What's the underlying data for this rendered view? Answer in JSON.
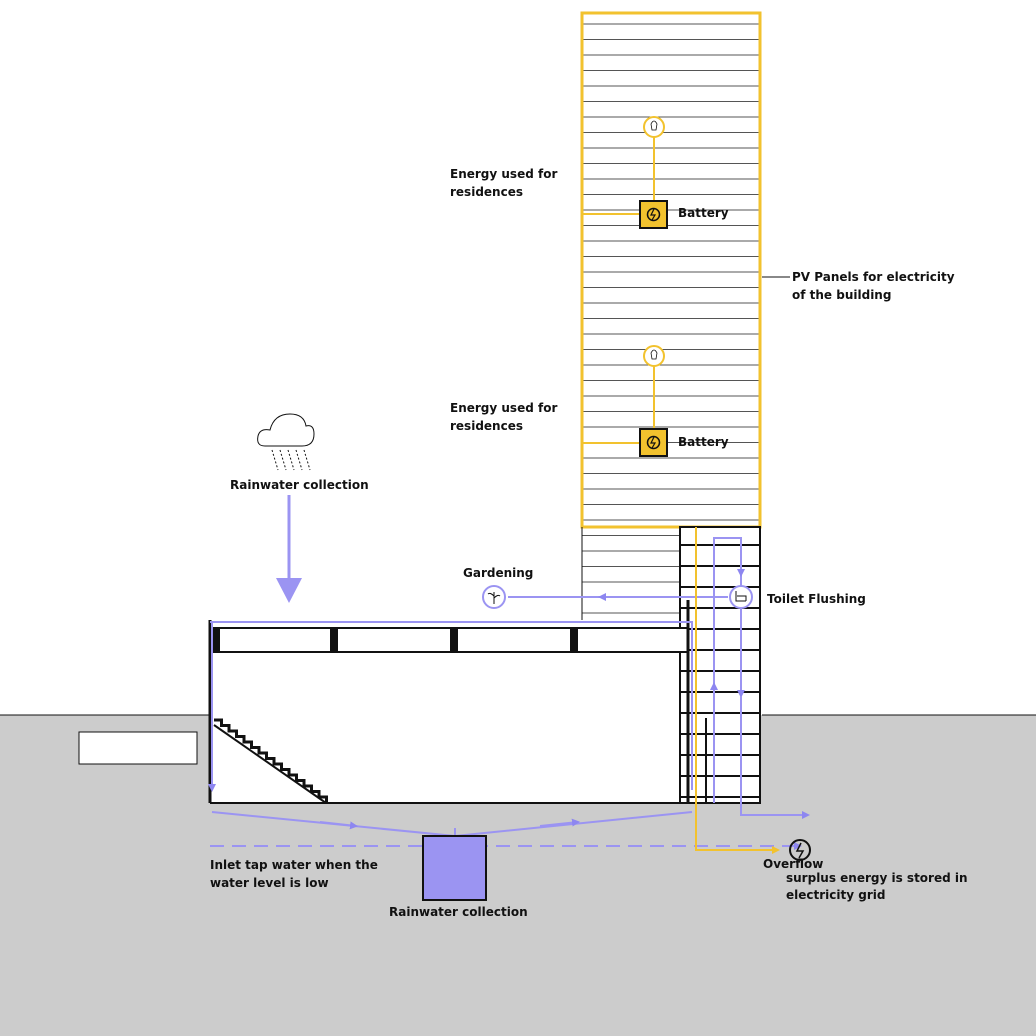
{
  "labels": {
    "energy_upper_1": "Energy used for",
    "energy_upper_2": "residences",
    "energy_lower_1": "Energy used for",
    "energy_lower_2": "residences",
    "battery_upper": "Battery",
    "battery_lower": "Battery",
    "pv_panels_1": "PV Panels for electricity",
    "pv_panels_2": "of the building",
    "rainwater_top": "Rainwater collection",
    "gardening": "Gardening",
    "toilet_flushing": "Toilet Flushing",
    "inlet_tap_1": "Inlet tap water when the",
    "inlet_tap_2": "water level is low",
    "rainwater_tank": "Rainwater collection",
    "overflow": "Overflow",
    "surplus_1": "surplus energy is stored in",
    "surplus_2": "electricity grid"
  },
  "colors": {
    "water": "#9b94f2",
    "energy": "#f2c22e",
    "ground": "#cccccc",
    "line": "#111111"
  },
  "icons": [
    "cloud-rain-icon",
    "lightbulb-icon",
    "battery-icon",
    "plant-icon",
    "toilet-icon",
    "grid-power-icon"
  ]
}
